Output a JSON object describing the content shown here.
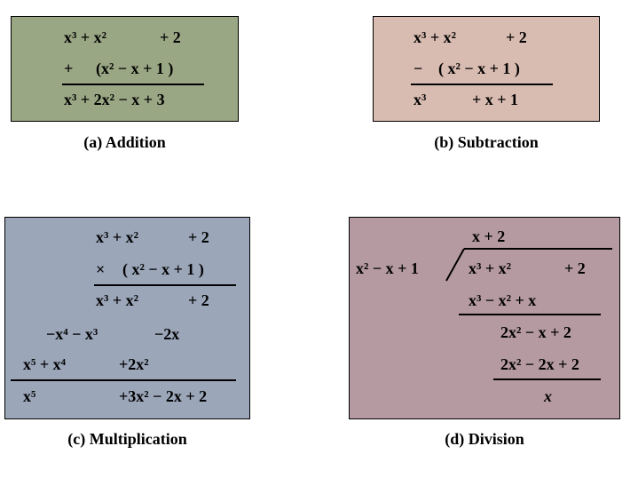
{
  "panels": {
    "a": {
      "caption": "(a) Addition",
      "row1": {
        "c1": "x³ + x²",
        "c2": "+ 2"
      },
      "row2": {
        "op": "+",
        "expr": "(x² − x + 1 )"
      },
      "row3": "x³ + 2x² − x + 3"
    },
    "b": {
      "caption": "(b) Subtraction",
      "row1": {
        "c1": "x³ + x²",
        "c2": "+ 2"
      },
      "row2": {
        "op": "−",
        "expr": "( x² − x + 1 )"
      },
      "row3": {
        "c1": "x³",
        "c2": "+ x + 1"
      }
    },
    "c": {
      "caption": "(c) Multiplication",
      "row1": {
        "c1": "x³ + x²",
        "c2": "+ 2"
      },
      "row2": {
        "op": "×",
        "expr": "( x² − x + 1 )"
      },
      "row3": {
        "c1": "x³ + x²",
        "c2": "+ 2"
      },
      "row4": {
        "c1": "−x⁴ − x³",
        "c2": "−2x"
      },
      "row5": {
        "c1": "x⁵ + x⁴",
        "c2": "+2x²"
      },
      "row6": {
        "c1": "x⁵",
        "c2": "+3x² − 2x + 2"
      }
    },
    "d": {
      "caption": "(d) Division",
      "quotient": "x + 2",
      "divisor": "x² − x + 1",
      "dividend": {
        "c1": "x³ + x²",
        "c2": "+ 2"
      },
      "step1": "x³ − x² + x",
      "remainder1": "2x² − x + 2",
      "step2": "2x² − 2x + 2",
      "remainder2": "x"
    }
  }
}
